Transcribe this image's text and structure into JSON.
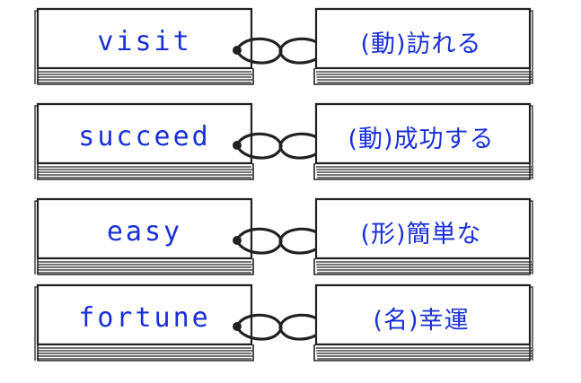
{
  "cards": [
    {
      "word": "visit",
      "meaning": "(動)訪れる"
    },
    {
      "word": "succeed",
      "meaning": "(動)成功する"
    },
    {
      "word": "easy",
      "meaning": "(形)簡単な"
    },
    {
      "word": "fortune",
      "meaning": "(名)幸運"
    }
  ],
  "colors": {
    "ink": "#1a2fd6",
    "outline": "#222222"
  }
}
